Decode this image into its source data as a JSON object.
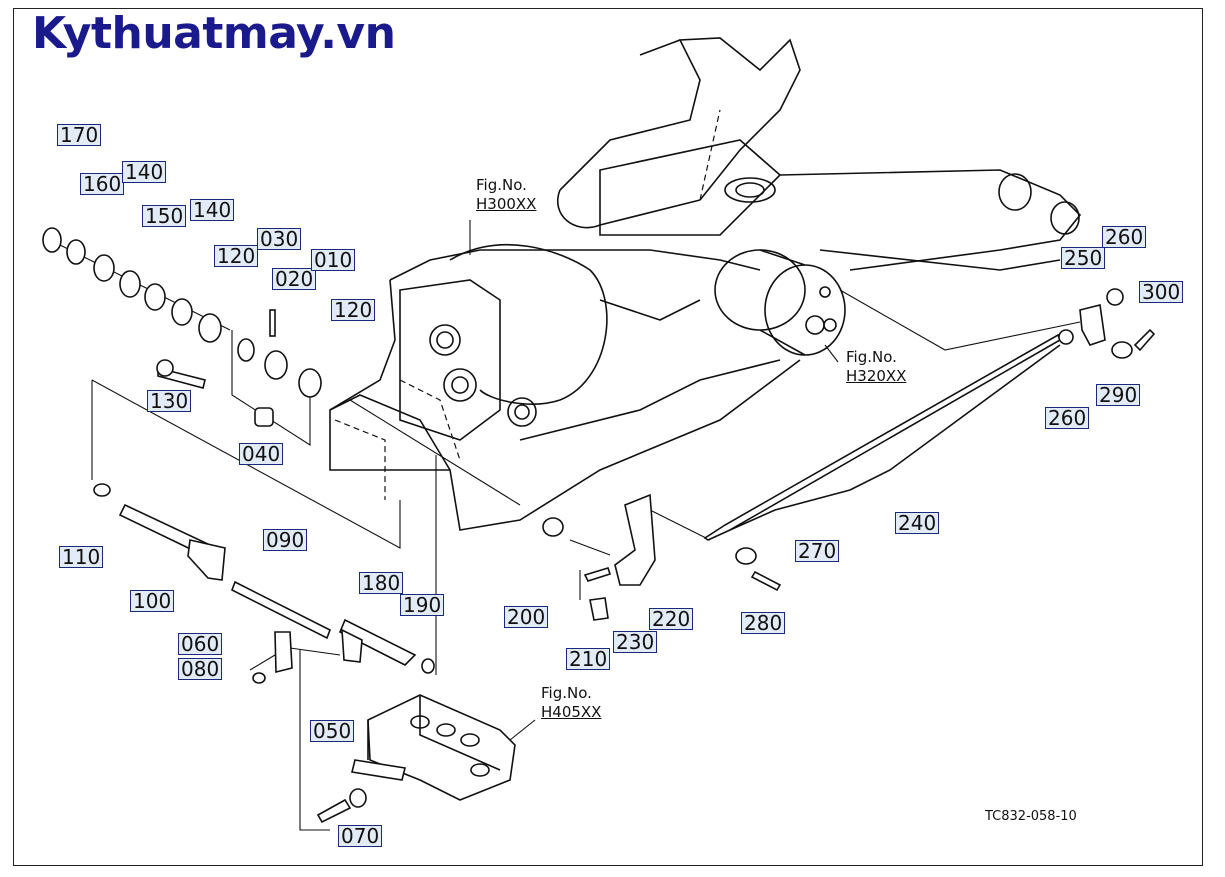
{
  "brand": "Kythuatmay.vn",
  "drawing_number": "TC832-058-10",
  "fig_refs": [
    {
      "label": "Fig.No.",
      "code": "H300XX"
    },
    {
      "label": "Fig.No.",
      "code": "H320XX"
    },
    {
      "label": "Fig.No.",
      "code": "H405XX"
    }
  ],
  "parts": [
    "170",
    "160",
    "140",
    "150",
    "140",
    "120",
    "030",
    "020",
    "010",
    "120",
    "130",
    "040",
    "110",
    "100",
    "090",
    "060",
    "080",
    "180",
    "190",
    "050",
    "070",
    "200",
    "210",
    "230",
    "220",
    "240",
    "270",
    "280",
    "250",
    "260",
    "300",
    "260",
    "290"
  ]
}
